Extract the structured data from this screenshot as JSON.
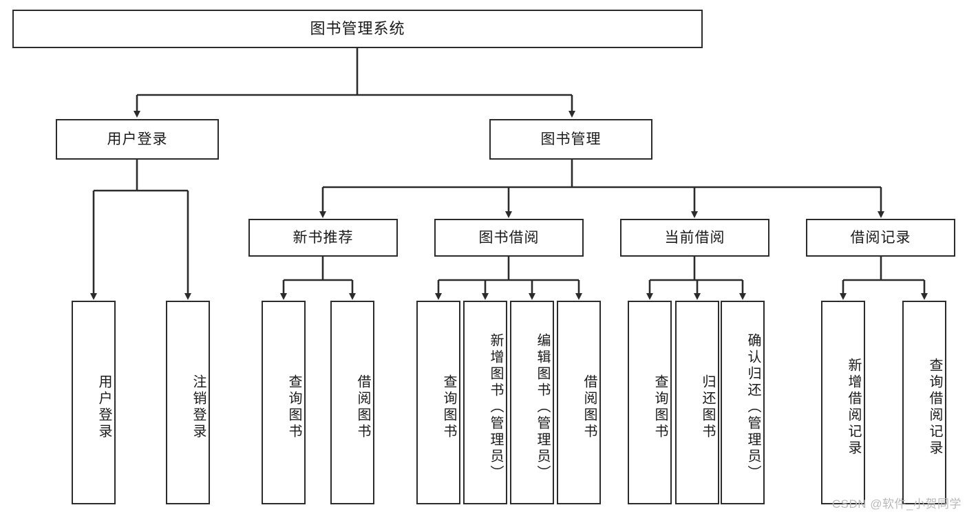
{
  "diagram": {
    "title": "图书管理系统",
    "type": "tree",
    "watermark": "CSDN @软件_小贺同学",
    "levels": {
      "root": "图书管理系统",
      "level2": [
        "用户登录",
        "图书管理"
      ],
      "level3": [
        "新书推荐",
        "图书借阅",
        "当前借阅",
        "借阅记录"
      ]
    },
    "nodes": {
      "root": {
        "label": "图书管理系统"
      },
      "user_login": {
        "label": "用户登录"
      },
      "book_manage": {
        "label": "图书管理"
      },
      "new_book_rec": {
        "label": "新书推荐"
      },
      "book_borrow": {
        "label": "图书借阅"
      },
      "current_borrow": {
        "label": "当前借阅"
      },
      "borrow_record": {
        "label": "借阅记录"
      }
    },
    "leaves": {
      "user_login": [
        {
          "label": "用户登录"
        },
        {
          "label": "注销登录"
        }
      ],
      "new_book_rec": [
        {
          "label": "查询图书"
        },
        {
          "label": "借阅图书"
        }
      ],
      "book_borrow": [
        {
          "label": "查询图书"
        },
        {
          "label": "新增图书（管理员）"
        },
        {
          "label": "编辑图书（管理员）"
        },
        {
          "label": "借阅图书"
        }
      ],
      "current_borrow": [
        {
          "label": "查询图书"
        },
        {
          "label": "归还图书"
        },
        {
          "label": "确认归还（管理员）"
        }
      ],
      "borrow_record": [
        {
          "label": "新增借阅记录"
        },
        {
          "label": "查询借阅记录"
        }
      ]
    },
    "colors": {
      "stroke": "#2b2b2b",
      "fill": "#ffffff",
      "text": "#1a1a1a",
      "watermark": "#b9b9b9"
    }
  }
}
